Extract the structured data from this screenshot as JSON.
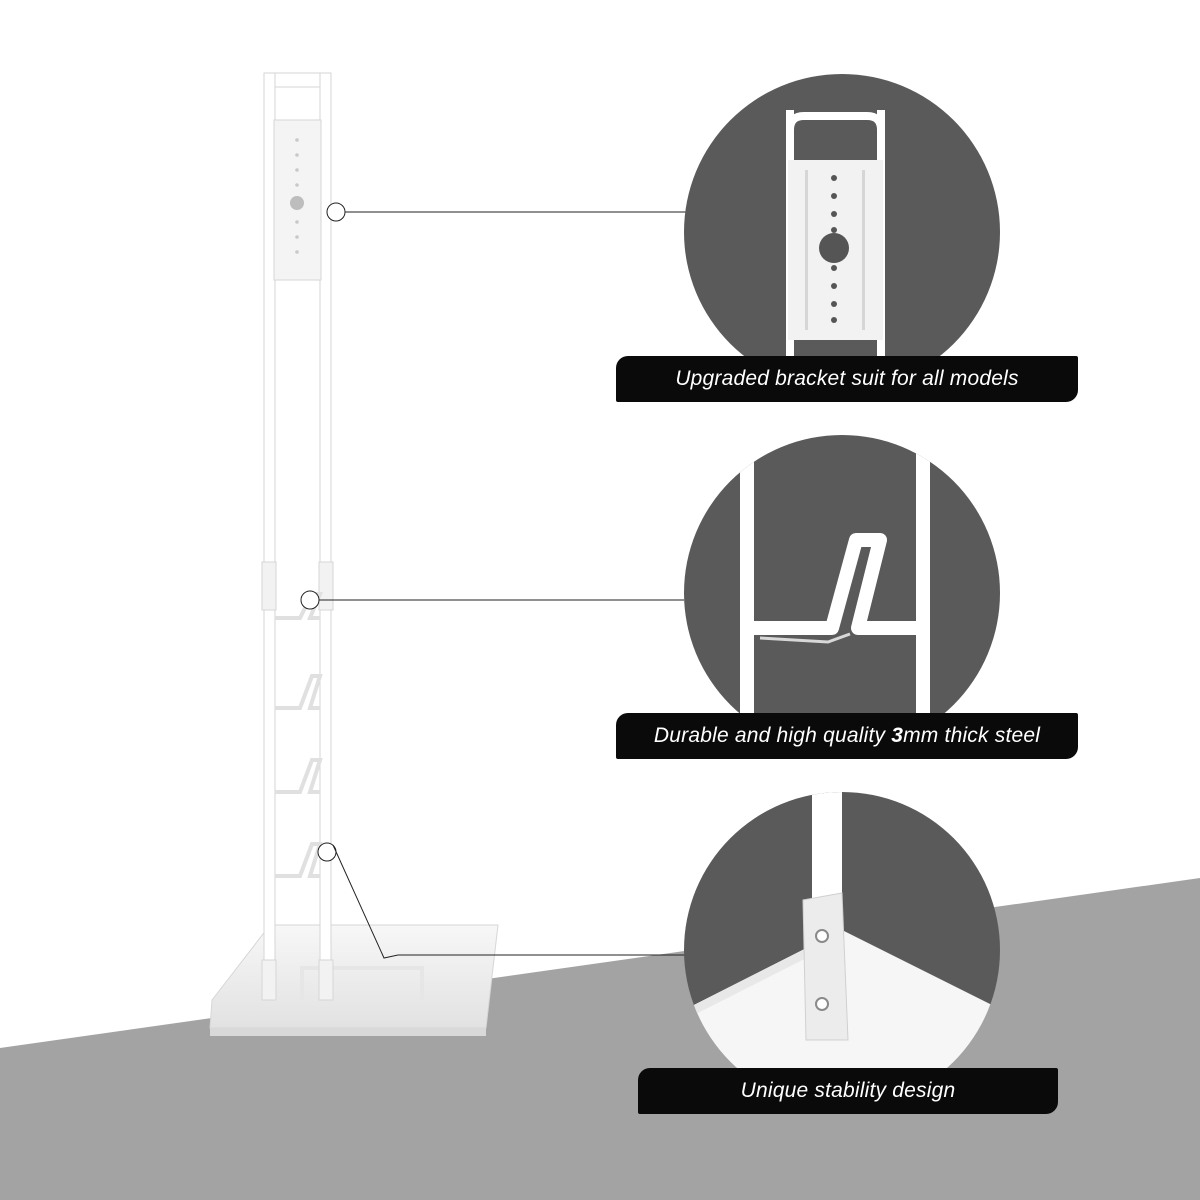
{
  "callouts": [
    {
      "id": "bracket",
      "text": "Upgraded bracket suit for all models"
    },
    {
      "id": "steel",
      "text_before": "Durable and high quality ",
      "text_bold": "3",
      "text_after": "mm thick steel"
    },
    {
      "id": "stability",
      "text": "Unique stability design"
    }
  ],
  "colors": {
    "background": "#ffffff",
    "floor": "#a3a3a3",
    "circle_fill": "#5a5a5a",
    "label_fill": "#0a0a0a",
    "label_text": "#ffffff",
    "stand": "#ffffff"
  }
}
